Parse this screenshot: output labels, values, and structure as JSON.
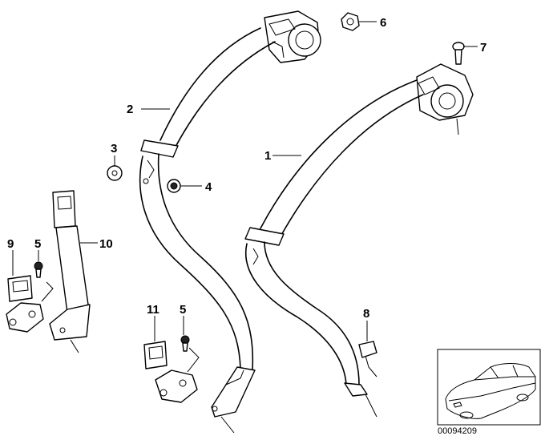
{
  "callouts": [
    {
      "id": "c1",
      "text": "1"
    },
    {
      "id": "c2",
      "text": "2"
    },
    {
      "id": "c3",
      "text": "3"
    },
    {
      "id": "c4",
      "text": "4"
    },
    {
      "id": "c5a",
      "text": "5"
    },
    {
      "id": "c5b",
      "text": "5"
    },
    {
      "id": "c6",
      "text": "6"
    },
    {
      "id": "c7",
      "text": "7"
    },
    {
      "id": "c8",
      "text": "8"
    },
    {
      "id": "c9",
      "text": "9"
    },
    {
      "id": "c10",
      "text": "10"
    },
    {
      "id": "c11",
      "text": "11"
    }
  ],
  "diagram_code": "00094209"
}
